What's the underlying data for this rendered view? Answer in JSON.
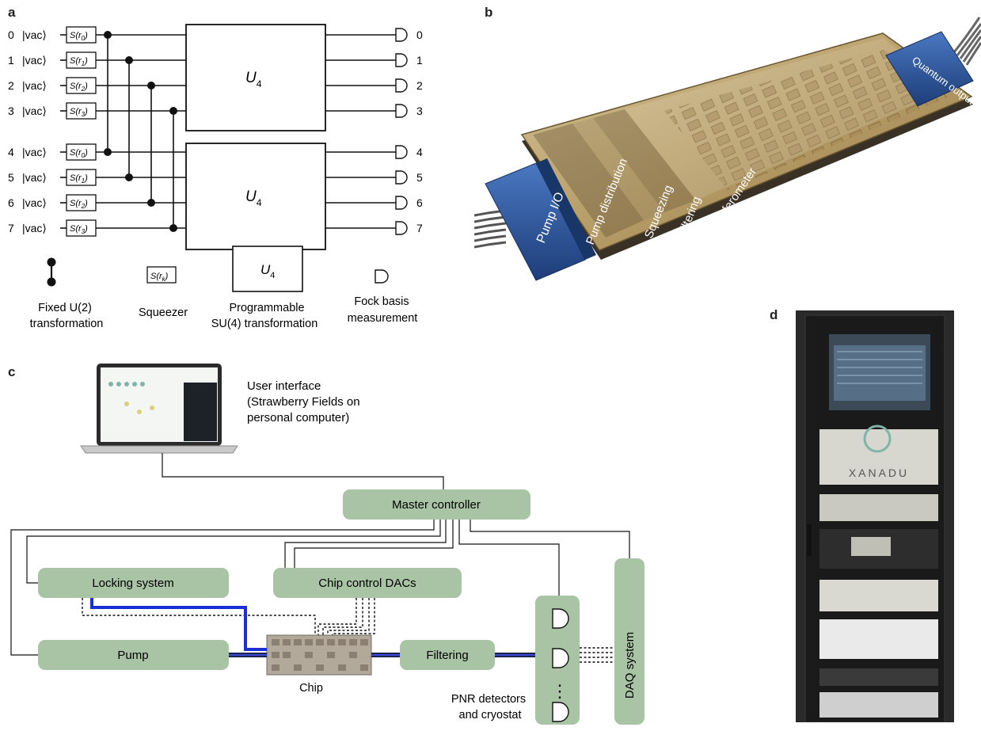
{
  "panels": {
    "a": "a",
    "b": "b",
    "c": "c",
    "d": "d"
  },
  "panel_a": {
    "modes": [
      {
        "index": "0",
        "state": "|vac⟩",
        "squeezer": "S(r0)",
        "sub": "0",
        "out": "0"
      },
      {
        "index": "1",
        "state": "|vac⟩",
        "squeezer": "S(r1)",
        "sub": "1",
        "out": "1"
      },
      {
        "index": "2",
        "state": "|vac⟩",
        "squeezer": "S(r2)",
        "sub": "2",
        "out": "2"
      },
      {
        "index": "3",
        "state": "|vac⟩",
        "squeezer": "S(r3)",
        "sub": "3",
        "out": "3"
      },
      {
        "index": "4",
        "state": "|vac⟩",
        "squeezer": "S(r0)",
        "sub": "0",
        "out": "4"
      },
      {
        "index": "5",
        "state": "|vac⟩",
        "squeezer": "S(r1)",
        "sub": "1",
        "out": "5"
      },
      {
        "index": "6",
        "state": "|vac⟩",
        "squeezer": "S(r2)",
        "sub": "2",
        "out": "6"
      },
      {
        "index": "7",
        "state": "|vac⟩",
        "squeezer": "S(r3)",
        "sub": "3",
        "out": "7"
      }
    ],
    "unitary_label": "U",
    "unitary_sub": "4",
    "legend": {
      "fixed_line1": "Fixed U(2)",
      "fixed_line2": "transformation",
      "squeezer": "Squeezer",
      "squeezer_symbol": "S(r",
      "squeezer_sub": "k",
      "prog_line1": "Programmable",
      "prog_line2": "SU(4) transformation",
      "fock_line1": "Fock basis",
      "fock_line2": "measurement"
    }
  },
  "panel_b": {
    "pump_io": "Pump I/O",
    "quantum_output": "Quantum output",
    "sections": [
      "Pump distribution",
      "Squeezing",
      "Filtering",
      "Interferometer"
    ]
  },
  "panel_c": {
    "user_interface": [
      "User interface",
      "(Strawberry Fields on",
      "personal computer)"
    ],
    "master_controller": "Master controller",
    "locking_system": "Locking system",
    "chip_control": "Chip control DACs",
    "pump": "Pump",
    "chip": "Chip",
    "filtering": "Filtering",
    "daq": "DAQ system",
    "pnr": [
      "PNR detectors",
      "and cryostat"
    ],
    "ellipsis": "⋮"
  },
  "panel_d": {
    "rack_logo": "XANADU"
  },
  "colors": {
    "box_fill": "#a9c4a5",
    "fiber_blue": "#1a2fd6",
    "fiber_dark": "#1c2250",
    "chip_blue": "#2f5fa8",
    "chip_gold": "#b69c6a"
  }
}
